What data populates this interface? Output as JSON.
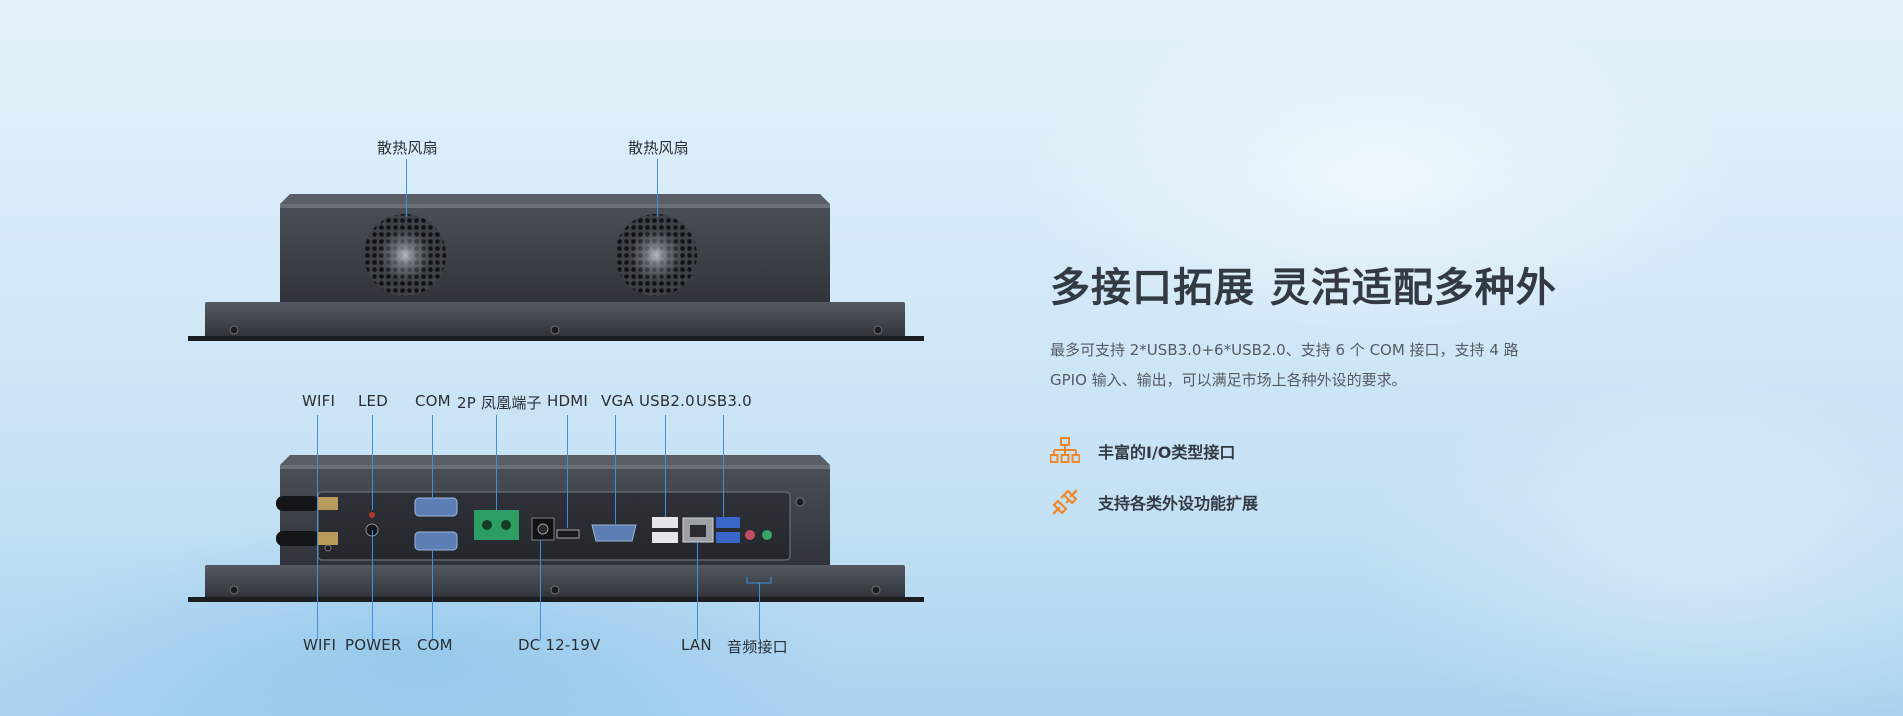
{
  "device_top": {
    "labels": [
      "散热风扇",
      "散热风扇"
    ]
  },
  "device_bottom": {
    "top_labels": [
      "WIFI",
      "LED",
      "COM",
      "2P 凤凰端子",
      "HDMI",
      "VGA",
      "USB2.0",
      "USB3.0"
    ],
    "bottom_labels": [
      "WIFI",
      "POWER",
      "COM",
      "DC 12-19V",
      "LAN",
      "音频接口"
    ]
  },
  "content": {
    "headline": "多接口拓展 灵活适配多种外",
    "description": "最多可支持 2*USB3.0+6*USB2.0、支持 6 个 COM 接口，支持 4 路 GPIO 输入、输出，可以满足市场上各种外设的要求。",
    "features": [
      {
        "icon": "network-hierarchy-icon",
        "label": "丰富的I/O类型接口"
      },
      {
        "icon": "plug-connector-icon",
        "label": "支持各类外设功能扩展"
      }
    ]
  },
  "colors": {
    "accent_orange": "#f0862a",
    "pointer_blue": "#3e8fe0",
    "chassis": "#3a3e45"
  }
}
